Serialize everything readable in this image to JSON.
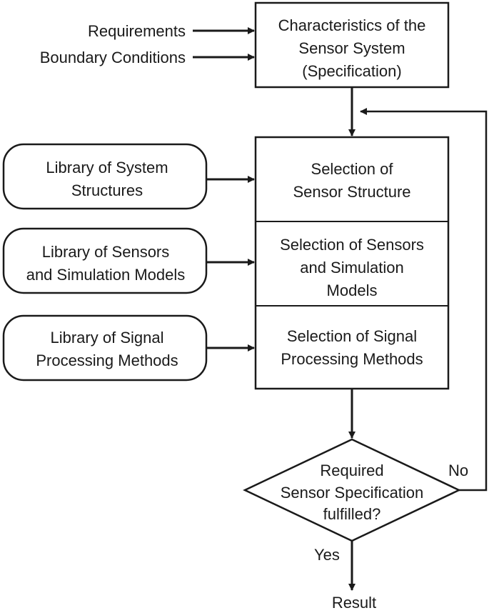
{
  "inputs": {
    "requirements": "Requirements",
    "boundary_conditions": "Boundary Conditions"
  },
  "spec_box": {
    "line1": "Characteristics of the",
    "line2": "Sensor System",
    "line3": "(Specification)"
  },
  "libraries": {
    "system_structures": {
      "line1": "Library of System",
      "line2": "Structures"
    },
    "sensors_models": {
      "line1": "Library of Sensors",
      "line2": "and Simulation Models"
    },
    "signal_processing": {
      "line1": "Library of Signal",
      "line2": "Processing Methods"
    }
  },
  "selection": {
    "structure": {
      "line1": "Selection of",
      "line2": "Sensor Structure"
    },
    "sensors": {
      "line1": "Selection of Sensors",
      "line2": "and Simulation",
      "line3": "Models"
    },
    "signal": {
      "line1": "Selection of Signal",
      "line2": "Processing Methods"
    }
  },
  "decision": {
    "line1": "Required",
    "line2": "Sensor Specification",
    "line3": "fulfilled?",
    "no_label": "No",
    "yes_label": "Yes"
  },
  "result": "Result"
}
